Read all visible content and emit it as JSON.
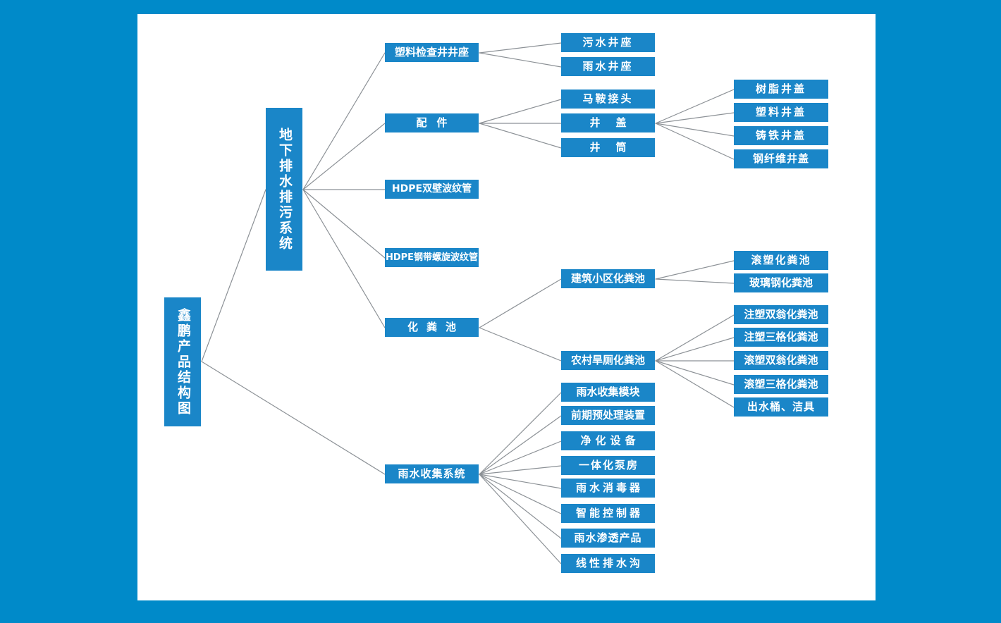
{
  "theme": {
    "background_color": "#008ac9",
    "panel_color": "#ffffff",
    "node_color": "#1a86c8",
    "node_text_color": "#ffffff",
    "connector_color": "#8c9196"
  },
  "diagram": {
    "root": {
      "label": "鑫鹏产品结构图"
    },
    "level2": [
      {
        "id": "underground",
        "label": "地下排水排污系统"
      }
    ],
    "level3": [
      {
        "id": "inspect",
        "label": "塑料检查井井座"
      },
      {
        "id": "fittings",
        "label": "配件"
      },
      {
        "id": "hdpe_dw",
        "label": "HDPE双壁波纹管"
      },
      {
        "id": "hdpe_sp",
        "label": "HDPE钢带螺旋波纹管"
      },
      {
        "id": "septic",
        "label": "化粪池"
      },
      {
        "id": "rainsys",
        "label": "雨水收集系统"
      }
    ],
    "level4": {
      "inspect": [
        {
          "id": "sewage_base",
          "label": "污水井座"
        },
        {
          "id": "storm_base",
          "label": "雨水井座"
        }
      ],
      "fittings": [
        {
          "id": "saddle",
          "label": "马鞍接头"
        },
        {
          "id": "manhole_cov",
          "label": "井盖"
        },
        {
          "id": "manhole_bar",
          "label": "井筒"
        }
      ],
      "septic": [
        {
          "id": "bldg_septic",
          "label": "建筑小区化粪池"
        },
        {
          "id": "rural_septic",
          "label": "农村旱厕化粪池"
        }
      ],
      "rainsys": [
        {
          "id": "rain_module",
          "label": "雨水收集模块"
        },
        {
          "id": "pretreat",
          "label": "前期预处理装置"
        },
        {
          "id": "purify",
          "label": "净化设备"
        },
        {
          "id": "pump",
          "label": "一体化泵房"
        },
        {
          "id": "sterilizer",
          "label": "雨水消毒器"
        },
        {
          "id": "controller",
          "label": "智能控制器"
        },
        {
          "id": "permeable",
          "label": "雨水渗透产品"
        },
        {
          "id": "linear",
          "label": "线性排水沟"
        }
      ]
    },
    "level5": {
      "manhole_cov": [
        {
          "id": "resin",
          "label": "树脂井盖"
        },
        {
          "id": "plastic",
          "label": "塑料井盖"
        },
        {
          "id": "cast",
          "label": "铸铁井盖"
        },
        {
          "id": "fiber",
          "label": "钢纤维井盖"
        }
      ],
      "bldg_septic": [
        {
          "id": "roto_septic",
          "label": "滚塑化粪池"
        },
        {
          "id": "frp_septic",
          "label": "玻璃钢化粪池"
        }
      ],
      "rural_septic": [
        {
          "id": "inj_double",
          "label": "注塑双翁化粪池"
        },
        {
          "id": "inj_triple",
          "label": "注塑三格化粪池"
        },
        {
          "id": "roto_double",
          "label": "滚塑双翁化粪池"
        },
        {
          "id": "roto_triple",
          "label": "滚塑三格化粪池"
        },
        {
          "id": "outlet",
          "label": "出水桶、洁具"
        }
      ]
    }
  }
}
